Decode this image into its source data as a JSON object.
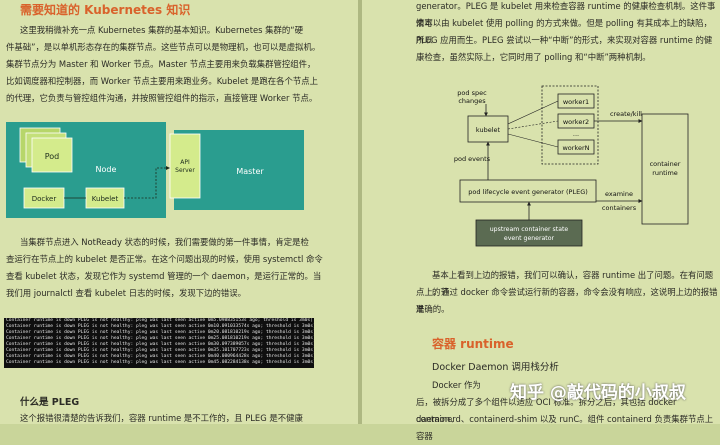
{
  "left": {
    "heading": "需要知道的 Kubernetes 知识",
    "intro_lines": [
      "这里我稍微补充一点 Kubernetes 集群的基本知识。Kubernetes 集群的“硬",
      "件基础”，是以单机形态存在的集群节点。这些节点可以是物理机，也可以是虚拟机。",
      "集群节点分为 Master 和 Worker 节点。Master 节点主要用来负载集群管控组件，",
      "比如调度器和控制器，而 Worker 节点主要用来跑业务。Kubelet 是跑在各个节点上",
      "的代理，它负责与管控组件沟通，并按照管控组件的指示，直接管理 Worker 节点。"
    ],
    "diagram": {
      "pod": "Pod",
      "node": "Node",
      "docker": "Docker",
      "kubelet": "Kubelet",
      "api": [
        "API",
        "Server"
      ],
      "master": "Master"
    },
    "para2_lines": [
      "当集群节点进入 NotReady 状态的时候，我们需要做的第一件事情，肯定是检",
      "查运行在节点上的 kubelet 是否正常。在这个问题出现的时候，使用 systemctl 命令",
      "查看 kubelet 状态，发现它作为 systemd 管理的一个 daemon，是运行正常的。当",
      "我们用 journalctl 查看 kubelet 日志的时候，发现下边的错误。"
    ],
    "terminal_lines": [
      "Container runtime is down PLEG is not healthy: pleg was last seen active 0m5.098835153s ago; threshold is 3m0s]",
      "Container runtime is down PLEG is not healthy: pleg was last seen active 0m10.091033574s ago; threshold is 3m0s]",
      "Container runtime is down PLEG is not healthy: pleg was last seen active 0m20.081810219s ago; threshold is 3m0s]",
      "Container runtime is down PLEG is not healthy: pleg was last seen active 0m25.081810219s ago; threshold is 3m0s]",
      "Container runtime is down PLEG is not healthy: pleg was last seen active 0m30.097389057s ago; threshold is 3m0s]",
      "Container runtime is down PLEG is not healthy: pleg was last seen active 0m35.101707723s ago; threshold is 3m0s]",
      "Container runtime is down PLEG is not healthy: pleg was last seen active 0m40.080964428s ago; threshold is 3m0s]",
      "Container runtime is down PLEG is not healthy: pleg was last seen active 0m45.082284138s ago; threshold is 3m0s]"
    ],
    "subheading": "什么是 PLEG",
    "last_line": "这个报错很清楚的告诉我们，容器 runtime 是不工作的，且 PLEG 是不健康"
  },
  "right": {
    "top_lines": [
      "generator。PLEG 是 kubelet 用来检查容器 runtime 的健康检查机制。这件事情本",
      "来可以由 kubelet 使用 polling 的方式来做。但是 polling 有其成本上的缺陷，所以",
      "PLEG 应用而生。PLEG 尝试以一种“中断”的形式，来实现对容器 runtime 的健",
      "康检查，虽然实际上，它同时用了 polling 和“中断”两种机制。"
    ],
    "diagram": {
      "pod_spec": [
        "pod spec",
        "changes"
      ],
      "kubelet": "kubelet",
      "workers": [
        "worker1",
        "worker2",
        "...",
        "workerN"
      ],
      "create_kill": "create/kill",
      "container_runtime": [
        "container",
        "runtime"
      ],
      "pod_events": "pod events",
      "pleg": "pod lifecycle event generator (PLEG)",
      "examine": [
        "examine",
        "containers"
      ],
      "cache": [
        "upstream container state",
        "event generator"
      ]
    },
    "para2_lines": [
      "基本上看到上边的报错，我们可以确认，容器 runtime 出了问题。在有问题的节",
      "点上，通过 docker 命令尝试运行新的容器，命令会没有响应，这说明上边的报错是",
      "准确的。"
    ],
    "heading": "容器 runtime",
    "subheading": "Docker Daemon 调用栈分析",
    "bottom_lines": [
      "Docker 作为",
      "后，被拆分成了多个组件以适应 OCI 标准。拆分之后，其包括 docker daemon、",
      "containerd、containerd-shim 以及 runC。组件 containerd 负责集群节点上容器"
    ]
  },
  "watermark": "知乎 @敲代码的小叔叔"
}
